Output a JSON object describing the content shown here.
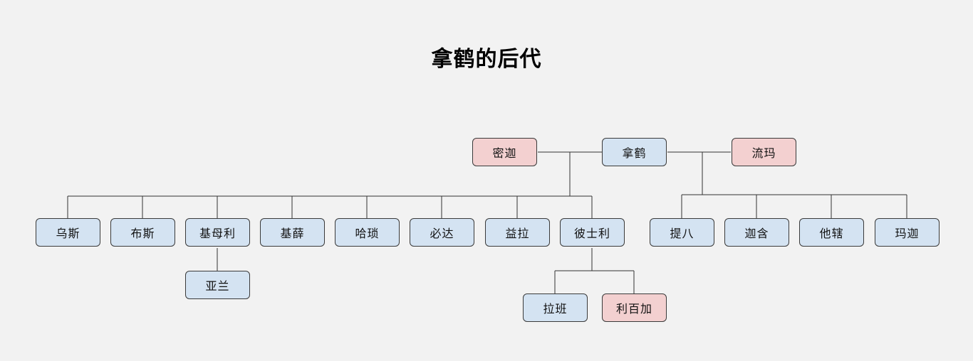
{
  "diagram": {
    "title": "拿鹤的后代",
    "colors": {
      "male_fill": "#d4e3f2",
      "female_fill": "#f3d0d0",
      "line": "#333333"
    },
    "people": {
      "najian": "密迦",
      "nahor": "拿鹤",
      "liuma": "流玛",
      "wusi": "乌斯",
      "busi": "布斯",
      "jimuli": "基母利",
      "jixue": "基薛",
      "hasuo": "哈琐",
      "bida": "必达",
      "yila": "益拉",
      "bishili": "彼士利",
      "tiba": "提八",
      "jiahan": "迦含",
      "taxia": "他辖",
      "majia": "玛迦",
      "yalan": "亚兰",
      "laban": "拉班",
      "libaijia": "利百加"
    }
  }
}
